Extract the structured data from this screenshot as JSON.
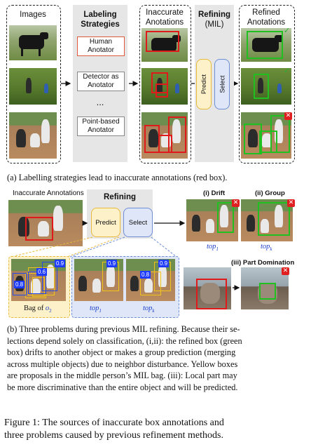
{
  "part_a": {
    "columns": {
      "images": "Images",
      "labeling_line1": "Labeling",
      "labeling_line2": "Strategies",
      "inaccurate_line1": "Inaccurate",
      "inaccurate_line2": "Anotations",
      "refining_line1": "Refining",
      "refining_line2": "(MIL)",
      "refined_line1": "Refined",
      "refined_line2": "Anotations"
    },
    "strategies": [
      {
        "line1": "Human",
        "line2": "Anotator"
      },
      {
        "line1": "Detector as",
        "line2": "Anotator"
      },
      {
        "line1": "Point-based",
        "line2": "Anotator"
      }
    ],
    "ellipsis": "...",
    "predict": "Predict",
    "select": "Select",
    "caption": "(a) Labelling strategies lead to inaccurate annotations (red box)."
  },
  "part_b": {
    "inaccurate_label": "Inaccurate Annotations",
    "refining": "Refining",
    "predict": "Predict",
    "select": "Select",
    "drift": "(i) Drift",
    "group": "(ii) Group",
    "part_domination": "(iii) Part Domination",
    "top1": "top",
    "top1_sub": "1",
    "topk": "top",
    "topk_sub": "k",
    "bag_label": "Bag of",
    "bag_symbol": "o",
    "bag_sub": "2",
    "scores_bag": [
      "0.9",
      "0.6",
      "0.8"
    ],
    "score_top1": "0.9",
    "scores_topk": [
      "0.9",
      "0.8"
    ],
    "caption_lines": [
      "(b) Three problems during previous MIL refining. Because their se-",
      "lections depend solely on classification, (i,ii): the refined box (green",
      "box) drifts to another object or makes a group prediction (merging",
      "across multiple objects) due to neighbor disturbance. Yellow boxes",
      "are proposals in the middle person’s MIL bag. (iii): Local part may",
      "be more discriminative than the entire object and will be predicted."
    ]
  },
  "figure_caption": {
    "line1": "Figure 1:  The sources of inaccurate box annotations and",
    "line2": "three problems caused by previous refinement methods."
  },
  "colors": {
    "red_box": "#e01a1a",
    "green_box": "#21c021",
    "yellow_box": "#f2c318",
    "blue_box": "#2248e8",
    "predict_fill": "#fdf1c9",
    "predict_border": "#e9b93a",
    "select_fill": "#dfe6f7",
    "select_border": "#6e8ed6"
  }
}
